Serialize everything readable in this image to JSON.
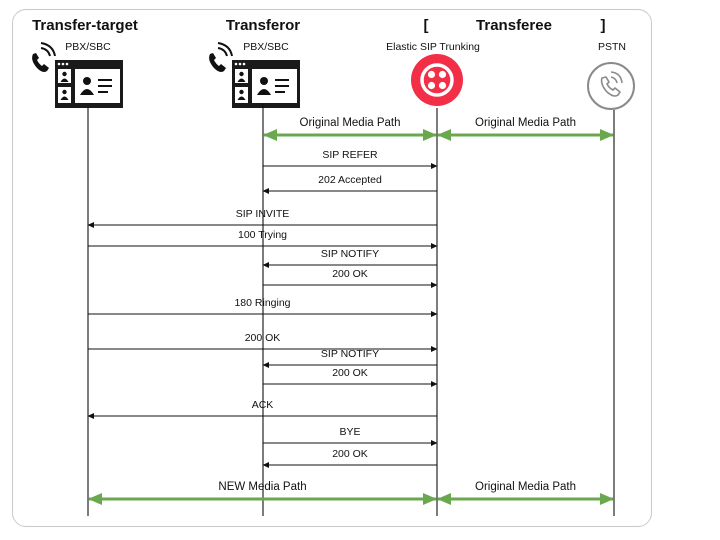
{
  "participants": [
    {
      "key": "transfer_target",
      "title": "Transfer-target",
      "subtitle": "PBX/SBC",
      "icon": "pbx-phone-icon"
    },
    {
      "key": "transferor",
      "title": "Transferor",
      "subtitle": "PBX/SBC",
      "icon": "pbx-phone-icon"
    },
    {
      "key": "trunking",
      "title": "",
      "subtitle": "Elastic SIP Trunking",
      "icon": "twilio-logo-icon"
    },
    {
      "key": "transferee",
      "title": "",
      "subtitle": "PSTN",
      "icon": "phone-circle-icon"
    }
  ],
  "group": {
    "open_bracket": "[",
    "label": "Transferee",
    "close_bracket": "]"
  },
  "media_paths": [
    {
      "label": "Original Media Path",
      "from": "transferor",
      "to": "trunking"
    },
    {
      "label": "Original Media Path",
      "from": "trunking",
      "to": "transferee"
    },
    {
      "label": "NEW Media Path",
      "from": "transfer_target",
      "to": "trunking"
    },
    {
      "label": "Original Media Path",
      "from": "trunking",
      "to": "transferee"
    }
  ],
  "messages": [
    {
      "label": "SIP REFER",
      "from": "transferor",
      "to": "trunking"
    },
    {
      "label": "202 Accepted",
      "from": "trunking",
      "to": "transferor"
    },
    {
      "label": "SIP INVITE",
      "from": "trunking",
      "to": "transfer_target"
    },
    {
      "label": "100 Trying",
      "from": "transfer_target",
      "to": "trunking"
    },
    {
      "label": "SIP NOTIFY",
      "from": "trunking",
      "to": "transferor"
    },
    {
      "label": "200 OK",
      "from": "transferor",
      "to": "trunking"
    },
    {
      "label": "180 Ringing",
      "from": "transfer_target",
      "to": "trunking"
    },
    {
      "label": "200 OK",
      "from": "transfer_target",
      "to": "trunking"
    },
    {
      "label": "SIP NOTIFY",
      "from": "trunking",
      "to": "transferor"
    },
    {
      "label": "200 OK",
      "from": "transferor",
      "to": "trunking"
    },
    {
      "label": "ACK",
      "from": "trunking",
      "to": "transfer_target"
    },
    {
      "label": "BYE",
      "from": "transferor",
      "to": "trunking"
    },
    {
      "label": "200 OK",
      "from": "trunking",
      "to": "transferor"
    }
  ],
  "colors": {
    "media_arrow": "#6aa84f",
    "twilio_red": "#f22f46",
    "line": "#111111",
    "frame": "#c9c9c9"
  }
}
